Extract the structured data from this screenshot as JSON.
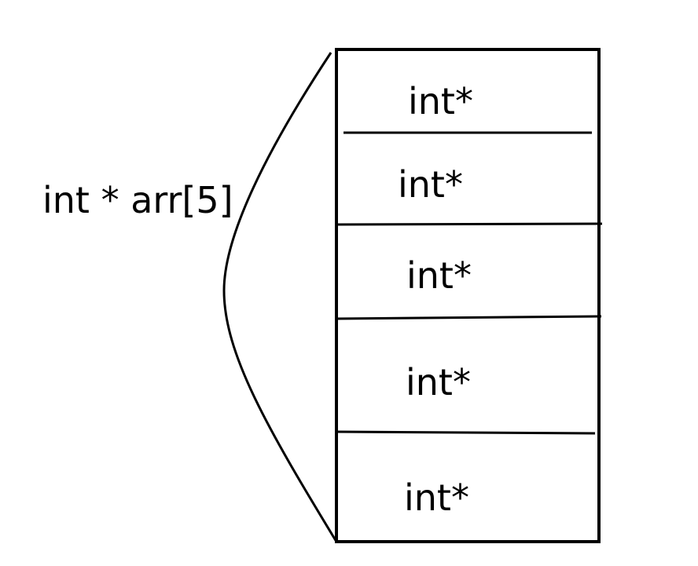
{
  "declaration": "int * arr[5]",
  "array_cells": [
    {
      "label": "int*"
    },
    {
      "label": "int*"
    },
    {
      "label": "int*"
    },
    {
      "label": "int*"
    },
    {
      "label": "int*"
    }
  ],
  "colors": {
    "stroke": "#000000",
    "background": "#ffffff",
    "text": "#000000"
  }
}
